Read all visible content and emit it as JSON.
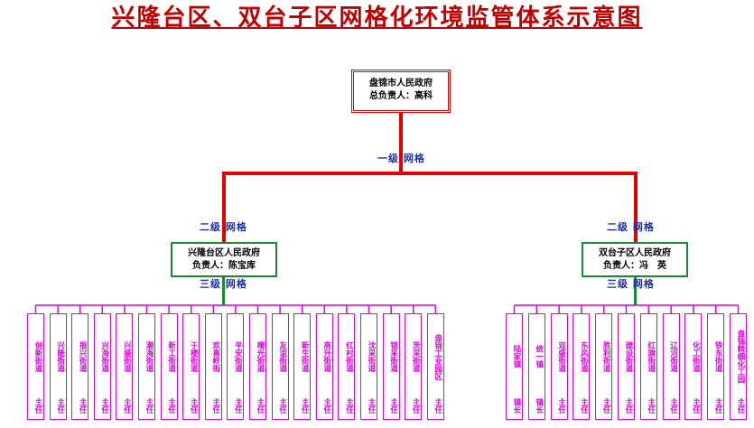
{
  "title": "兴隆台区、双台子区网格化环境监管体系示意图",
  "top": {
    "org": "盘锦市人民政府",
    "person": "总负责人：高科"
  },
  "level1": "一级 网格",
  "level2_left": "二级 网格",
  "level2_right": "二级 网格",
  "level3_left": "三级 网格",
  "level3_right": "三级 网格",
  "left": {
    "org": "兴隆台区人民政府",
    "person": "负责人：陈宝库",
    "units": [
      {
        "name": "创新街道",
        "role": "主任"
      },
      {
        "name": "兴隆街道",
        "role": "主任"
      },
      {
        "name": "振兴街道",
        "role": "主任"
      },
      {
        "name": "兴海街道",
        "role": "主任"
      },
      {
        "name": "兴盛街道",
        "role": "主任"
      },
      {
        "name": "潮海街道",
        "role": "主任"
      },
      {
        "name": "新工街道",
        "role": "主任"
      },
      {
        "name": "于楼街道",
        "role": "主任"
      },
      {
        "name": "欢喜岭街",
        "role": "主任"
      },
      {
        "name": "平安街道",
        "role": "主任"
      },
      {
        "name": "曙光街道",
        "role": "主任"
      },
      {
        "name": "友谊街道",
        "role": "主任"
      },
      {
        "name": "新生街道",
        "role": "主任"
      },
      {
        "name": "高升街道",
        "role": "主任"
      },
      {
        "name": "红村街道",
        "role": "主任"
      },
      {
        "name": "沈采街道",
        "role": "主任"
      },
      {
        "name": "锦采街道",
        "role": "主任"
      },
      {
        "name": "茨采街道",
        "role": "主任"
      },
      {
        "name": "盘锦工业园区",
        "role": "主任"
      }
    ]
  },
  "right": {
    "org": "双台子区人民政府",
    "person": "负责人：冯　英",
    "units": [
      {
        "name": "陆家镇",
        "role": "镇长"
      },
      {
        "name": "统一镇",
        "role": "镇长"
      },
      {
        "name": "双盛街道",
        "role": "主任"
      },
      {
        "name": "东风街道",
        "role": "主任"
      },
      {
        "name": "胜利街道",
        "role": "主任"
      },
      {
        "name": "建设街道",
        "role": "主任"
      },
      {
        "name": "红旗街道",
        "role": "主任"
      },
      {
        "name": "辽河街道",
        "role": "主任"
      },
      {
        "name": "化工街道",
        "role": "主任"
      },
      {
        "name": "铁东街道",
        "role": "主任"
      },
      {
        "name": "盘锦精细化工园",
        "role": "主任"
      }
    ]
  }
}
